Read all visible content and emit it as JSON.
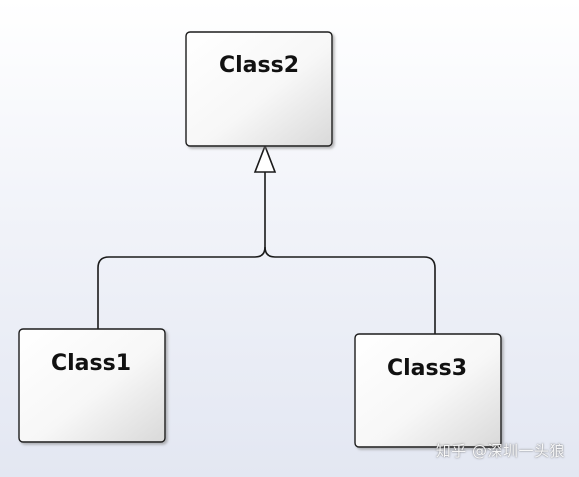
{
  "diagram": {
    "type": "uml-class-diagram",
    "classes": [
      {
        "id": "class2",
        "name": "Class2"
      },
      {
        "id": "class1",
        "name": "Class1"
      },
      {
        "id": "class3",
        "name": "Class3"
      }
    ],
    "relationships": [
      {
        "type": "generalization",
        "from": "class1",
        "to": "class2"
      },
      {
        "type": "generalization",
        "from": "class3",
        "to": "class2"
      }
    ]
  },
  "watermark": {
    "text": "知乎 @深圳一头狼"
  }
}
